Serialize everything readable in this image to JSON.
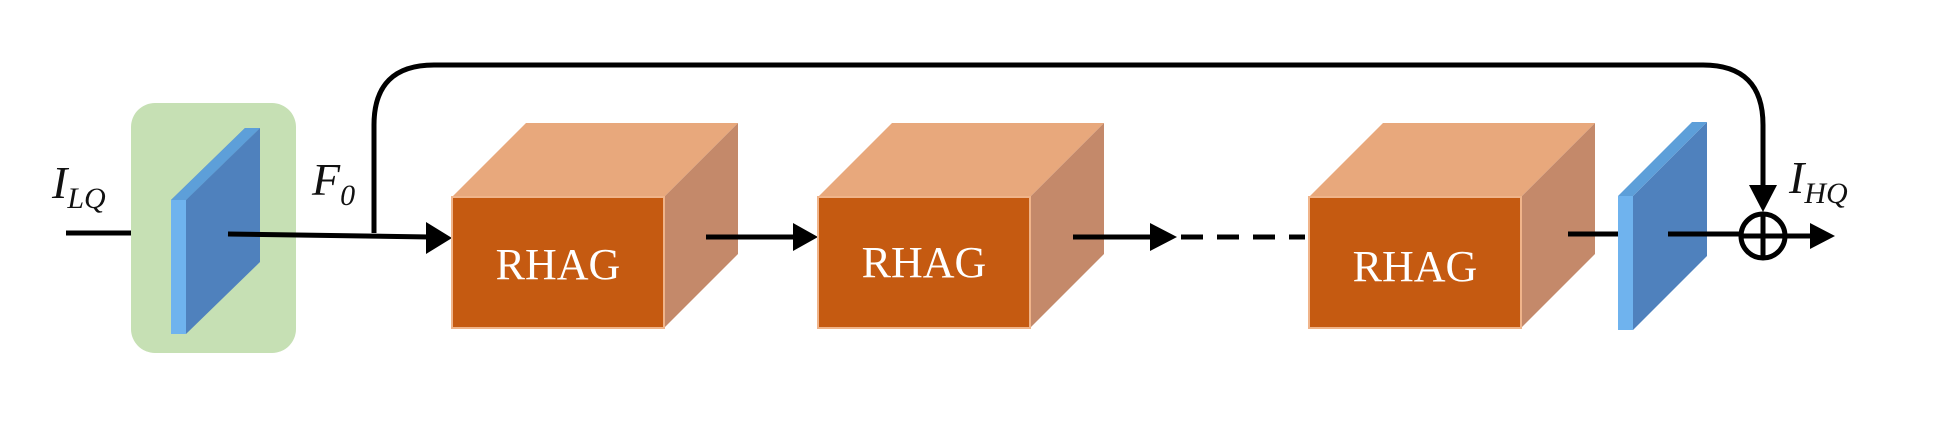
{
  "labels": {
    "input": {
      "main": "I",
      "sub": "LQ"
    },
    "feature": {
      "main": "F",
      "sub": "0"
    },
    "output": {
      "main": "I",
      "sub": "HQ"
    }
  },
  "blocks": [
    "RHAG",
    "RHAG",
    "RHAG"
  ],
  "colors": {
    "conv_highlight": "#c6e0b4",
    "conv_face": "#4f81bd",
    "conv_side": "#6fb3ee",
    "block_front": "#c55a11",
    "block_top": "#e8a87c",
    "block_side": "#c4896a",
    "line": "#000000"
  }
}
